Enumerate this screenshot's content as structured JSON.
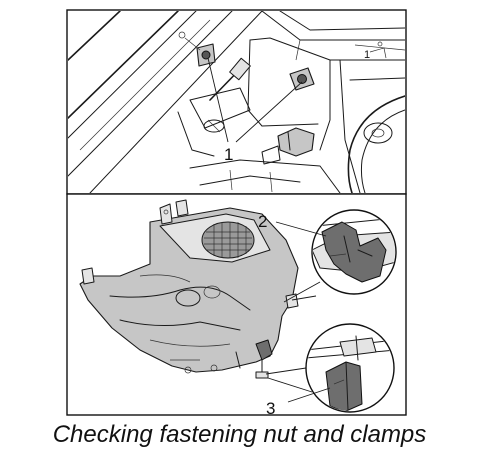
{
  "callouts": {
    "label_1": "1",
    "label_2": "2",
    "label_3": "3",
    "label_1_small": "1"
  },
  "caption": "Checking fastening nut and clamps",
  "colors": {
    "line": "#1a1a1a",
    "part_fill": "#c6c6c6",
    "clip_fill": "#6e6e6e"
  }
}
